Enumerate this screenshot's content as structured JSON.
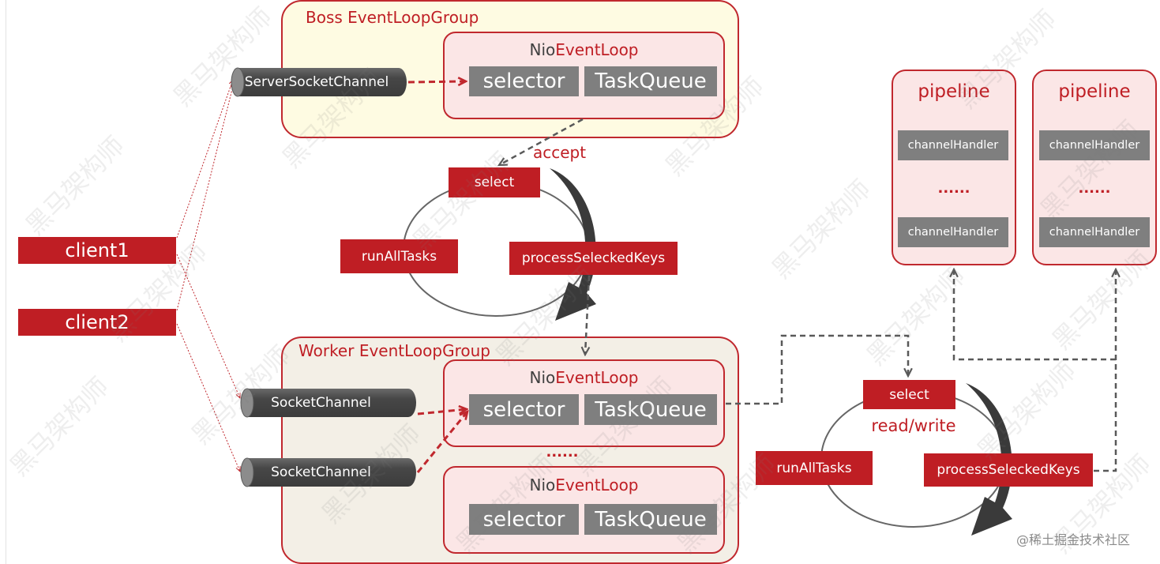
{
  "boss_group": {
    "title": "Boss EventLoopGroup",
    "event_loop": {
      "name_prefix": "Nio",
      "name_suffix": "EventLoop",
      "selector": "selector",
      "task_queue": "TaskQueue"
    },
    "channel": "ServerSocketChannel"
  },
  "boss_cycle": {
    "edge_label": "accept",
    "select": "select",
    "run_all_tasks": "runAllTasks",
    "process_keys": "processSeleckedKeys"
  },
  "clients": [
    "client1",
    "client2"
  ],
  "worker_group": {
    "title": "Worker EventLoopGroup",
    "event_loops": [
      {
        "name_prefix": "Nio",
        "name_suffix": "EventLoop",
        "selector": "selector",
        "task_queue": "TaskQueue"
      },
      {
        "name_prefix": "Nio",
        "name_suffix": "EventLoop",
        "selector": "selector",
        "task_queue": "TaskQueue"
      }
    ],
    "more": "......",
    "channels": [
      "SocketChannel",
      "SocketChannel"
    ]
  },
  "worker_cycle": {
    "select": "select",
    "io_label": "read/write",
    "run_all_tasks": "runAllTasks",
    "process_keys": "processSeleckedKeys"
  },
  "pipelines": [
    {
      "title": "pipeline",
      "handlers": [
        "channelHandler",
        "channelHandler"
      ],
      "more": "......"
    },
    {
      "title": "pipeline",
      "handlers": [
        "channelHandler",
        "channelHandler"
      ],
      "more": "......"
    }
  ],
  "watermarks": {
    "brand": "黑马架构师",
    "credit": "@稀土掘金技术社区"
  },
  "colors": {
    "accent_red": "#BF1E24",
    "border_red": "#C0282E",
    "module_gray": "#7F7F7F",
    "channel_gray": "#474747",
    "connector_gray": "#595959",
    "boss_group_fill": "#FEFBE2",
    "worker_group_fill": "#F3EFE6",
    "event_loop_fill": "#FBE6E6"
  }
}
